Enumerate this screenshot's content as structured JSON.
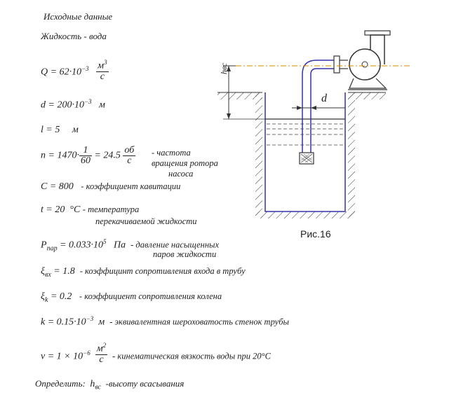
{
  "header": {
    "title": "Исходные данные",
    "liquid": "Жидкость - вода"
  },
  "params": {
    "Q": {
      "lhs": "Q",
      "expr": "= 62·10",
      "exp": "−3",
      "unit_num": "м",
      "unit_num_exp": "3",
      "unit_den": "с"
    },
    "d": {
      "lhs": "d",
      "expr": "= 200·10",
      "exp": "−3",
      "unit": "м"
    },
    "l": {
      "lhs": "l",
      "expr": "= 5",
      "unit": "м"
    },
    "n": {
      "lhs": "n",
      "expr": "= 1470·",
      "frac_num": "1",
      "frac_den": "60",
      "expr2": "= 24.5",
      "unit_num": "об",
      "unit_den": "с",
      "desc1": "- частота",
      "desc2": "вращения ротора",
      "desc3": "насоса"
    },
    "C": {
      "lhs": "C",
      "expr": "= 800",
      "desc": "- коэффициент кавитации"
    },
    "t": {
      "lhs": "t",
      "expr": "= 20",
      "unit": "°C",
      "desc1": "- температура",
      "desc2": "перекачиваемой жидкости"
    },
    "P": {
      "lhs": "P",
      "sub": "пар",
      "expr": "= 0.033·10",
      "exp": "5",
      "unit": "Па",
      "desc1": "- давление насыщенных",
      "desc2": "паров жидкости"
    },
    "xi_vh": {
      "lhs": "ξ",
      "sub": "вх",
      "expr": "= 1.8",
      "desc": "- коэффицинт сопротивления входа в трубу"
    },
    "xi_k": {
      "lhs": "ξ",
      "sub": "k",
      "expr": "= 0.2",
      "desc": "- коэффициент сопротивления колена"
    },
    "k": {
      "lhs": "k",
      "expr": "= 0.15·10",
      "exp": "−3",
      "unit": "м",
      "desc": "- эквивалентная шероховатость стенок трубы"
    },
    "nu": {
      "lhs": "ν",
      "expr": "= 1 × 10",
      "exp": "−6",
      "unit_num": "м",
      "unit_num_exp": "2",
      "unit_den": "с",
      "desc": "- кинематическая вязкость воды при 20°C"
    }
  },
  "footer": {
    "determine": "Определить:",
    "target_var": "h",
    "target_sub": "вс",
    "target_desc": "-высоту всасывания"
  },
  "figure": {
    "caption": "Рис.16",
    "label_d": "d",
    "label_h": "hвс"
  }
}
